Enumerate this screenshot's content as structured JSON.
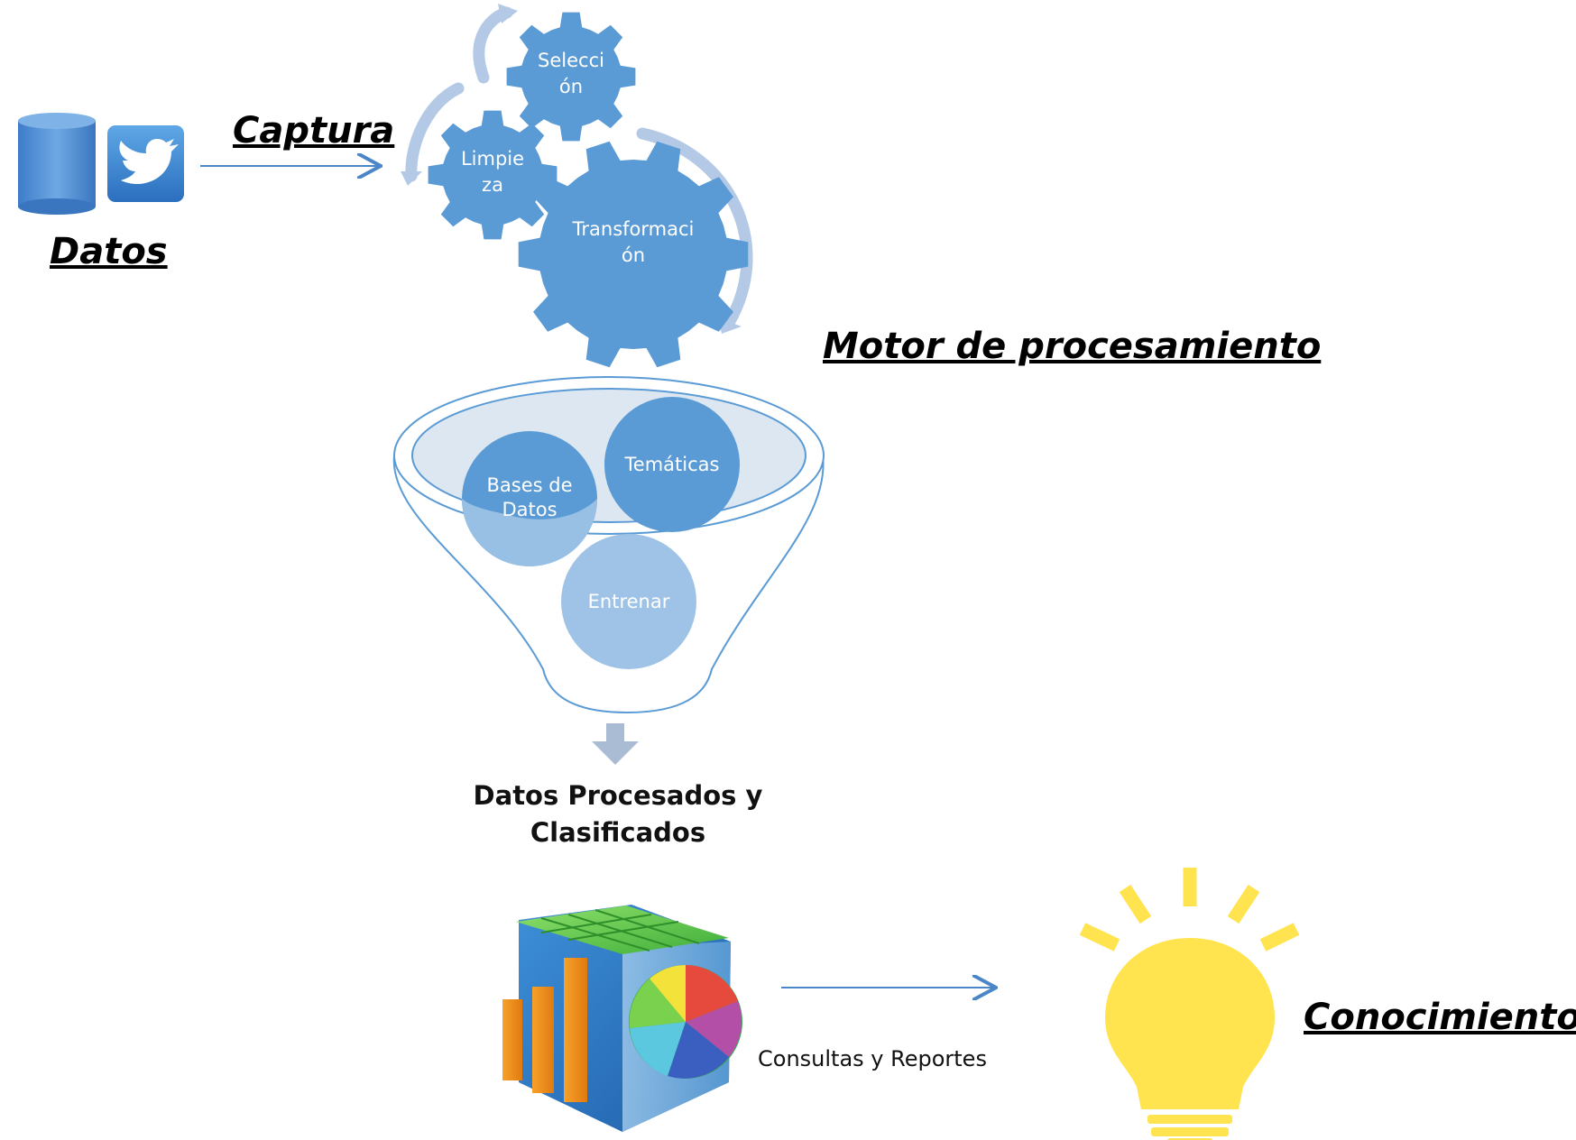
{
  "headings": {
    "captura": "Captura",
    "datos": "Datos",
    "motor": "Motor de procesamiento",
    "conocimiento": "Conocimiento"
  },
  "gears": {
    "seleccion": [
      "Selecci",
      "ón"
    ],
    "limpieza": [
      "Limpie",
      "za"
    ],
    "transformacion": [
      "Transformaci",
      "ón"
    ]
  },
  "funnel": {
    "bases_de_datos": [
      "Bases de",
      "Datos"
    ],
    "tematicas": "Temáticas",
    "entrenar": "Entrenar"
  },
  "output": {
    "line1": "Datos Procesados y",
    "line2": "Clasificados"
  },
  "reports_label": "Consultas y Reportes",
  "colors": {
    "gear_blue": "#5b9bd5",
    "cycle_arrow": "#b4c9e6",
    "arrow_line": "#4a86c8",
    "funnel_circle_dark": "#5b9bd5",
    "funnel_circle_light": "#9fc3e6",
    "bulb_yellow": "#ffe450",
    "down_arrow": "#a9bcd4"
  },
  "icons": {
    "source_1": "database-icon",
    "source_2": "twitter-icon",
    "analytics": "analytics-cube-icon",
    "knowledge": "lightbulb-icon"
  }
}
